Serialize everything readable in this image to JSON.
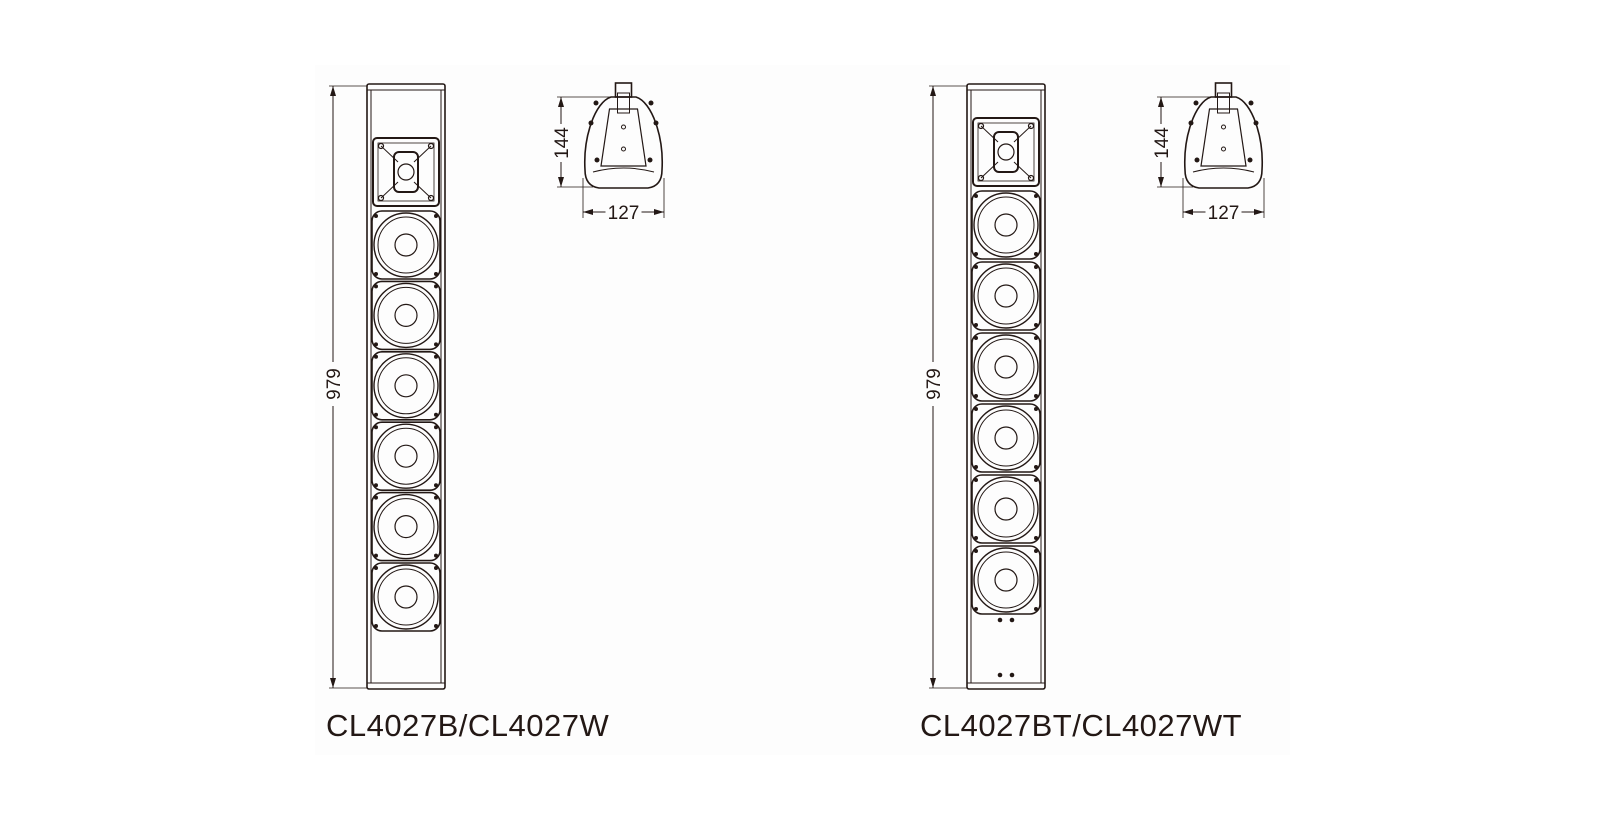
{
  "models": [
    {
      "label": "CL4027B/CL4027W",
      "height_dim": "979",
      "depth_dim": "144",
      "width_dim": "127",
      "woofer_count": 6,
      "tweeter_count": 1,
      "bottom_dots": false
    },
    {
      "label": "CL4027BT/CL4027WT",
      "height_dim": "979",
      "depth_dim": "144",
      "width_dim": "127",
      "woofer_count": 6,
      "tweeter_count": 1,
      "bottom_dots": true
    }
  ],
  "colors": {
    "line": "#231815",
    "background": "#ffffff"
  }
}
